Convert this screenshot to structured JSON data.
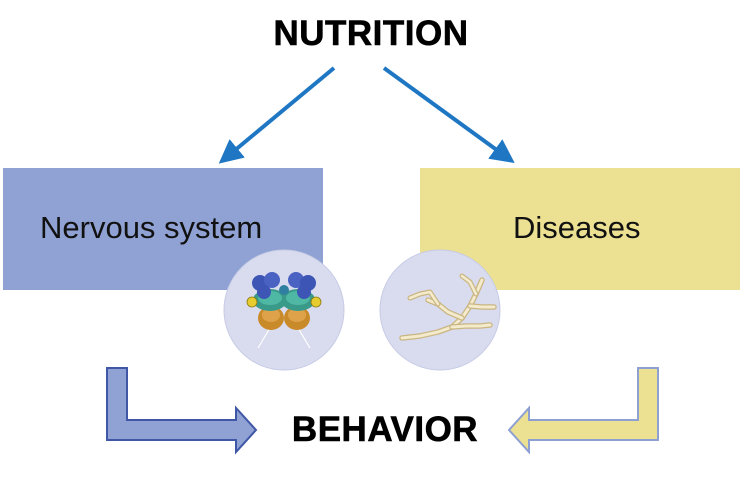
{
  "title": "NUTRITION",
  "bottom_label": "BEHAVIOR",
  "boxes": [
    {
      "label": "Nervous system",
      "color": "#8fa2d3"
    },
    {
      "label": "Diseases",
      "color": "#ece093"
    }
  ],
  "colors": {
    "arrow_blue": "#1f77c4",
    "circle_fill": "#d9dcef",
    "blue_box": "#8fa2d3",
    "yellow_box": "#ece093"
  },
  "icons": [
    "brain-illustration-icon",
    "fungal-hyphae-icon"
  ]
}
